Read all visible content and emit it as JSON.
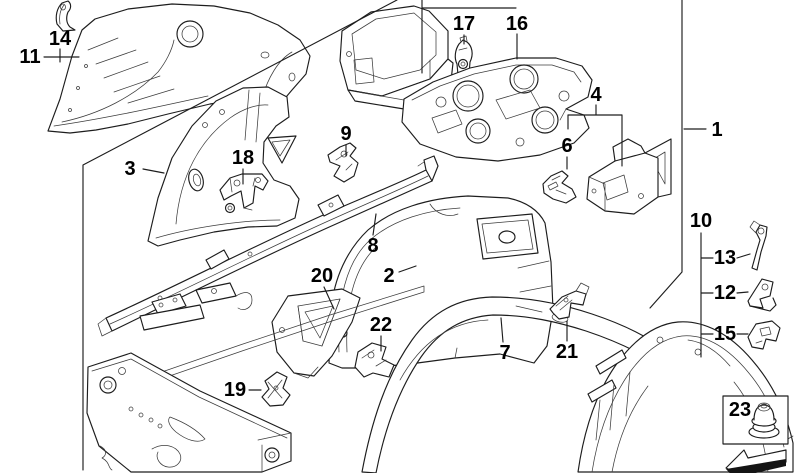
{
  "diagram": {
    "background_color": "#ffffff",
    "line_color": "#1d1d1d",
    "label_color": "#000000",
    "labels": [
      {
        "text": "1"
      },
      {
        "text": "2"
      },
      {
        "text": "3"
      },
      {
        "text": "4"
      },
      {
        "text": "6"
      },
      {
        "text": "7"
      },
      {
        "text": "8"
      },
      {
        "text": "9"
      },
      {
        "text": "10"
      },
      {
        "text": "11"
      },
      {
        "text": "12"
      },
      {
        "text": "13"
      },
      {
        "text": "14"
      },
      {
        "text": "15"
      },
      {
        "text": "16"
      },
      {
        "text": "17"
      },
      {
        "text": "18"
      },
      {
        "text": "19"
      },
      {
        "text": "20"
      },
      {
        "text": "21"
      },
      {
        "text": "22"
      },
      {
        "text": "23"
      }
    ]
  }
}
